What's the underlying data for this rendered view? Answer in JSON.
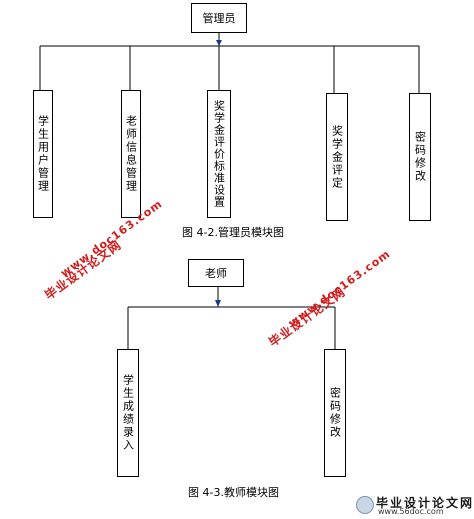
{
  "diagram1": {
    "root": "管理员",
    "children": [
      "学生用户管理",
      "老师信息管理",
      "奖学金评价标准设置",
      "奖学金评定",
      "密码修改"
    ],
    "caption": "图 4-2.管理员模块图"
  },
  "diagram2": {
    "root": "老师",
    "children": [
      "学生成绩录入",
      "密码修改"
    ],
    "caption": "图 4-3.教师模块图"
  },
  "watermarks": [
    {
      "cn": "毕业设计论文网",
      "url": "www.doc163.com"
    },
    {
      "cn": "毕业设计论文网",
      "url": "www.doc163.com"
    }
  ],
  "corner_logo": {
    "cn": "毕业设计论文网",
    "url": "www.56doc.com"
  },
  "colors": {
    "watermark": "#d21c1c",
    "line": "#000000"
  }
}
